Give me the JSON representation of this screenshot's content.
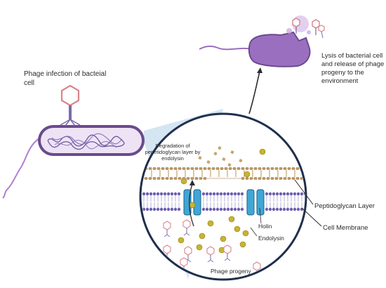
{
  "labels": {
    "phage_infection": "Phage infection of bacteial cell",
    "lysis": "Lysis of bacterial cell and release of phage progeny to the environment",
    "degradation": "Degradation of pepetidoglycan layer by endolysin",
    "peptidoglycan": "Peptidoglycan Layer",
    "membrane": "Cell Membrane",
    "holin": "Holin",
    "endolysin": "Endolysin",
    "progeny": "Phage progeny"
  },
  "colors": {
    "bacterium_fill": "#9b6fc0",
    "bacterium_dark": "#6a4a8e",
    "peptidoglycan": "#c9a36a",
    "membrane_head": "#6b5fb0",
    "holin": "#3fa7d6",
    "endolysin": "#c8b430",
    "zoom_wedge": "#c7dcee",
    "phage_head": "#d9848a"
  }
}
